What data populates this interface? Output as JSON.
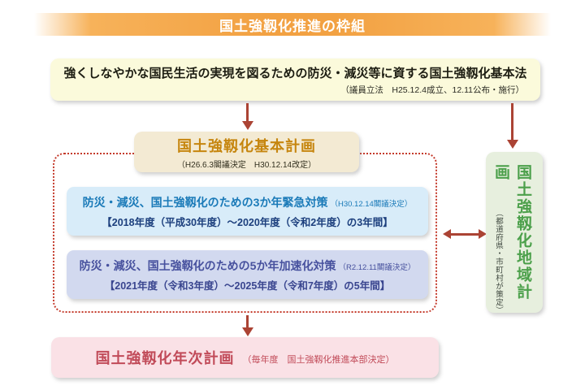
{
  "banner": {
    "title": "国土強靱化推進の枠組"
  },
  "law_box": {
    "title": "強くしなやかな国民生活の実現を図るための防災・減災等に資する国土強靱化基本法",
    "note": "（議員立法　H25.12.4成立、12.11公布・施行）"
  },
  "basic_plan_box": {
    "title": "国土強靱化基本計画",
    "note": "（H26.6.3閣議決定　H30.12.14改定）"
  },
  "emergency_box": {
    "title": "防災・減災、国土強靱化のための3か年緊急対策",
    "note": "（H30.12.14閣議決定）",
    "period": "【2018年度（平成30年度）～2020年度（令和2年度）の3年間】"
  },
  "acceleration_box": {
    "title": "防災・減災、国土強靱化のための5か年加速化対策",
    "note": "（R2.12.11閣議決定）",
    "period": "【2021年度（令和3年度）～2025年度（令和7年度）の5年間】"
  },
  "regional_plan_box": {
    "title": "国土強靱化地域計画",
    "note": "（都道府県・市町村が策定）"
  },
  "annual_plan_box": {
    "title": "国土強靱化年次計画",
    "note": "（毎年度　国土強靱化推進本部決定）"
  },
  "colors": {
    "banner_orange": "#f2a142",
    "arrow_red": "#ab4334",
    "dashed_frame_red": "#c43a2b",
    "law_box_bg": "#fbfadb",
    "basic_plan_bg": "#f3ead3",
    "basic_plan_title": "#c6860f",
    "emergency_bg": "#d8ecf9",
    "emergency_title": "#1a7ab8",
    "emergency_period": "#1c3f7d",
    "acceleration_bg": "#d2d9ef",
    "acceleration_title": "#47519e",
    "acceleration_period": "#39458f",
    "regional_bg": "#e7efde",
    "regional_title": "#4ca04b",
    "annual_bg": "#fae1e6",
    "annual_text": "#c14b59"
  }
}
